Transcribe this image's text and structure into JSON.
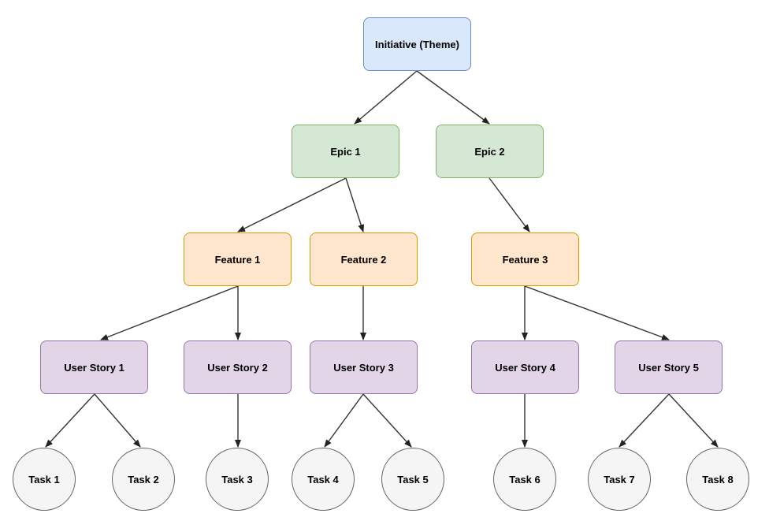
{
  "diagram": {
    "initiative": {
      "label": "Initiative (Theme)",
      "fill": "#dae8fc",
      "stroke": "#6c8ebf"
    },
    "epics": [
      {
        "label": "Epic 1"
      },
      {
        "label": "Epic 2"
      }
    ],
    "features": [
      {
        "label": "Feature 1"
      },
      {
        "label": "Feature 2"
      },
      {
        "label": "Feature 3"
      }
    ],
    "stories": [
      {
        "label": "User Story 1"
      },
      {
        "label": "User Story 2"
      },
      {
        "label": "User Story 3"
      },
      {
        "label": "User Story 4"
      },
      {
        "label": "User Story 5"
      }
    ],
    "tasks": [
      {
        "label": "Task 1"
      },
      {
        "label": "Task 2"
      },
      {
        "label": "Task 3"
      },
      {
        "label": "Task 4"
      },
      {
        "label": "Task 5"
      },
      {
        "label": "Task 6"
      },
      {
        "label": "Task 7"
      },
      {
        "label": "Task 8"
      }
    ],
    "colors": {
      "epic_fill": "#d5e8d4",
      "epic_stroke": "#82b366",
      "feature_fill": "#ffe6cc",
      "feature_stroke": "#d79b00",
      "story_fill": "#e1d5e7",
      "story_stroke": "#9673a6",
      "task_fill": "#f5f5f5",
      "task_stroke": "#666666",
      "edge": "#333333"
    }
  }
}
